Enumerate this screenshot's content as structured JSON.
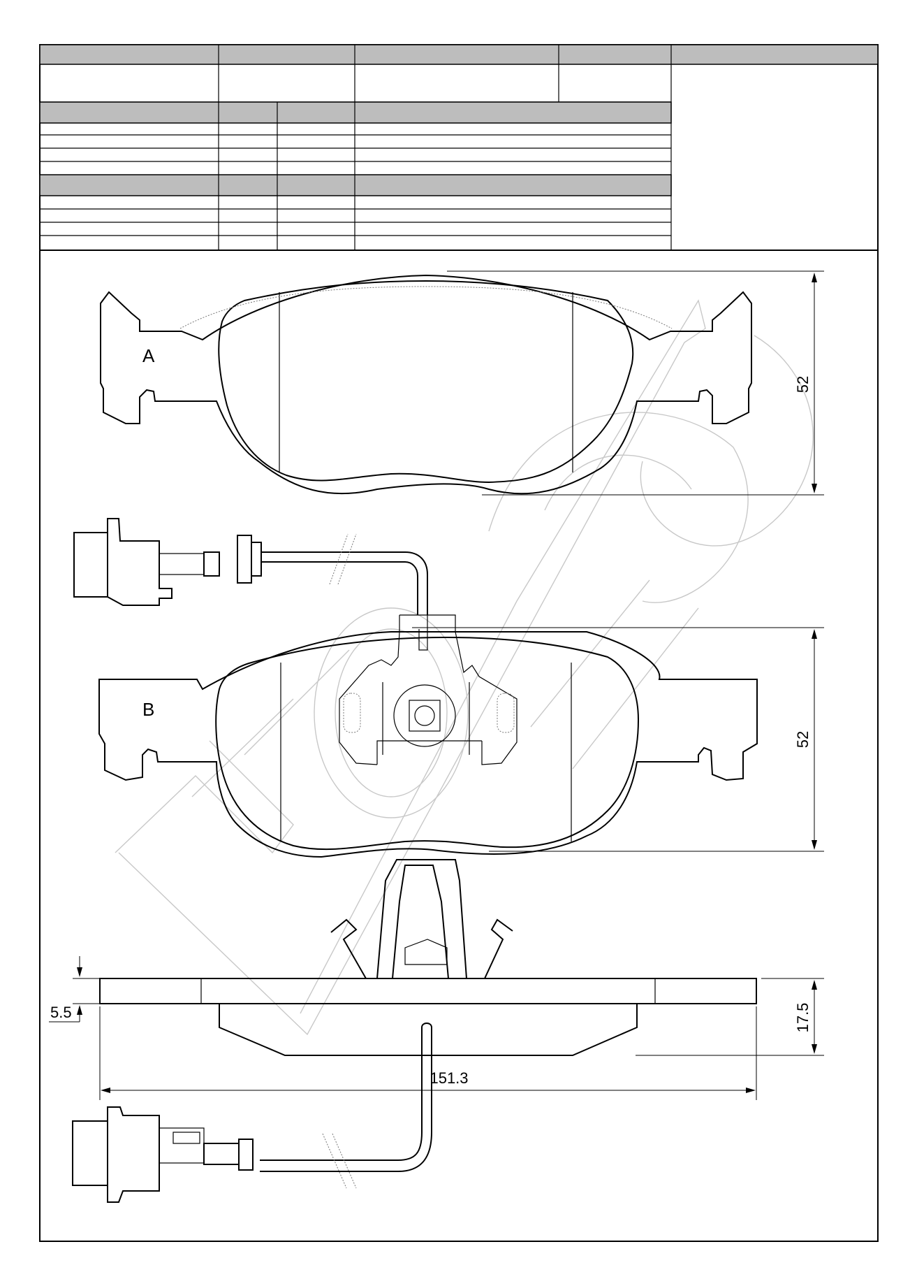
{
  "views": {
    "top_label": "A",
    "middle_label": "B"
  },
  "dimensions": {
    "height_a": "52",
    "height_b": "52",
    "thickness": "17.5",
    "backplate": "5.5",
    "width": "151.3"
  }
}
